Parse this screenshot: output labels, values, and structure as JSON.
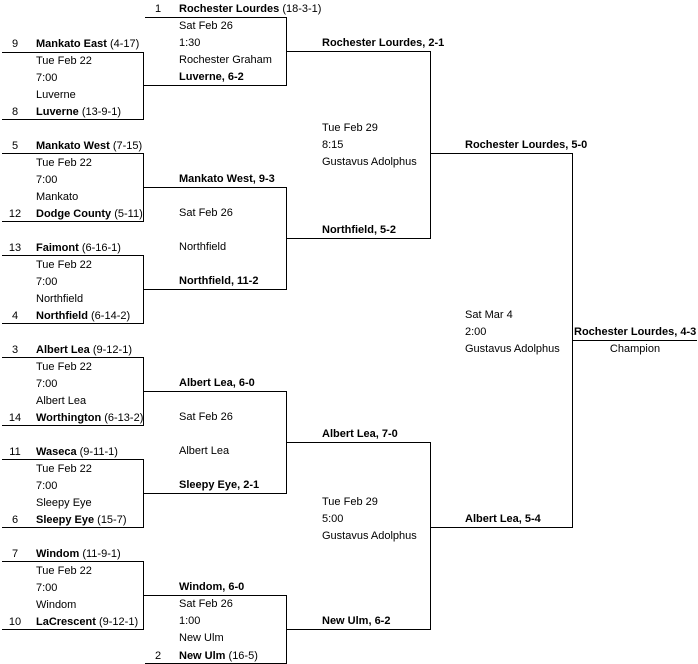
{
  "first_round": [
    {
      "top": {
        "seed": "1",
        "team": "Rochester Lourdes",
        "record": "(18-3-1)"
      },
      "bottom": {
        "seed": "",
        "team": "",
        "record": ""
      },
      "info": [
        "Sat Feb 26",
        "1:30",
        "Rochester Graham"
      ]
    },
    {
      "top": {
        "seed": "9",
        "team": "Mankato East",
        "record": "(4-17)"
      },
      "bottom": {
        "seed": "8",
        "team": "Luverne",
        "record": "(13-9-1)"
      },
      "info": [
        "Tue Feb 22",
        "7:00",
        "Luverne"
      ]
    },
    {
      "top": {
        "seed": "5",
        "team": "Mankato West",
        "record": "(7-15)"
      },
      "bottom": {
        "seed": "12",
        "team": "Dodge County",
        "record": "(5-11)"
      },
      "info": [
        "Tue Feb 22",
        "7:00",
        "Mankato"
      ]
    },
    {
      "top": {
        "seed": "13",
        "team": "Faimont",
        "record": "(6-16-1)"
      },
      "bottom": {
        "seed": "4",
        "team": "Northfield",
        "record": "(6-14-2)"
      },
      "info": [
        "Tue Feb 22",
        "7:00",
        "Northfield"
      ]
    },
    {
      "top": {
        "seed": "3",
        "team": "Albert Lea",
        "record": "(9-12-1)"
      },
      "bottom": {
        "seed": "14",
        "team": "Worthington",
        "record": "(6-13-2)"
      },
      "info": [
        "Tue Feb 22",
        "7:00",
        "Albert Lea"
      ]
    },
    {
      "top": {
        "seed": "11",
        "team": "Waseca",
        "record": "(9-11-1)"
      },
      "bottom": {
        "seed": "6",
        "team": "Sleepy Eye",
        "record": "(15-7)"
      },
      "info": [
        "Tue Feb 22",
        "7:00",
        "Sleepy Eye"
      ]
    },
    {
      "top": {
        "seed": "7",
        "team": "Windom",
        "record": "(11-9-1)"
      },
      "bottom": {
        "seed": "10",
        "team": "LaCrescent",
        "record": "(9-12-1)"
      },
      "info": [
        "Tue Feb 22",
        "7:00",
        "Windom"
      ]
    }
  ],
  "first_round_winners": [
    "Luverne, 6-2",
    "Mankato West, 9-3",
    "Northfield, 11-2",
    "Albert Lea, 6-0",
    "Sleepy Eye, 2-1",
    "Windom, 6-0"
  ],
  "seed2": {
    "seed": "2",
    "team": "New Ulm",
    "record": "(16-5)"
  },
  "quarter_info": [
    [
      "Sat Feb 26",
      "",
      "Northfield"
    ],
    [
      "Sat Feb 26",
      "",
      "Albert Lea"
    ],
    [
      "Sat Feb 26",
      "1:00",
      "New Ulm"
    ]
  ],
  "quarter_winners": [
    "Rochester Lourdes, 2-1",
    "Northfield, 5-2",
    "Albert Lea, 7-0",
    "New Ulm, 6-2"
  ],
  "semi_info": [
    [
      "Tue Feb 29",
      "8:15",
      "Gustavus Adolphus"
    ],
    [
      "Tue Feb 29",
      "5:00",
      "Gustavus Adolphus"
    ]
  ],
  "semi_winners": [
    "Rochester Lourdes, 5-0",
    "Albert Lea, 5-4"
  ],
  "final_info": [
    "Sat Mar 4",
    "2:00",
    "Gustavus Adolphus"
  ],
  "champion": {
    "text": "Rochester Lourdes, 4-3",
    "label": "Champion"
  }
}
